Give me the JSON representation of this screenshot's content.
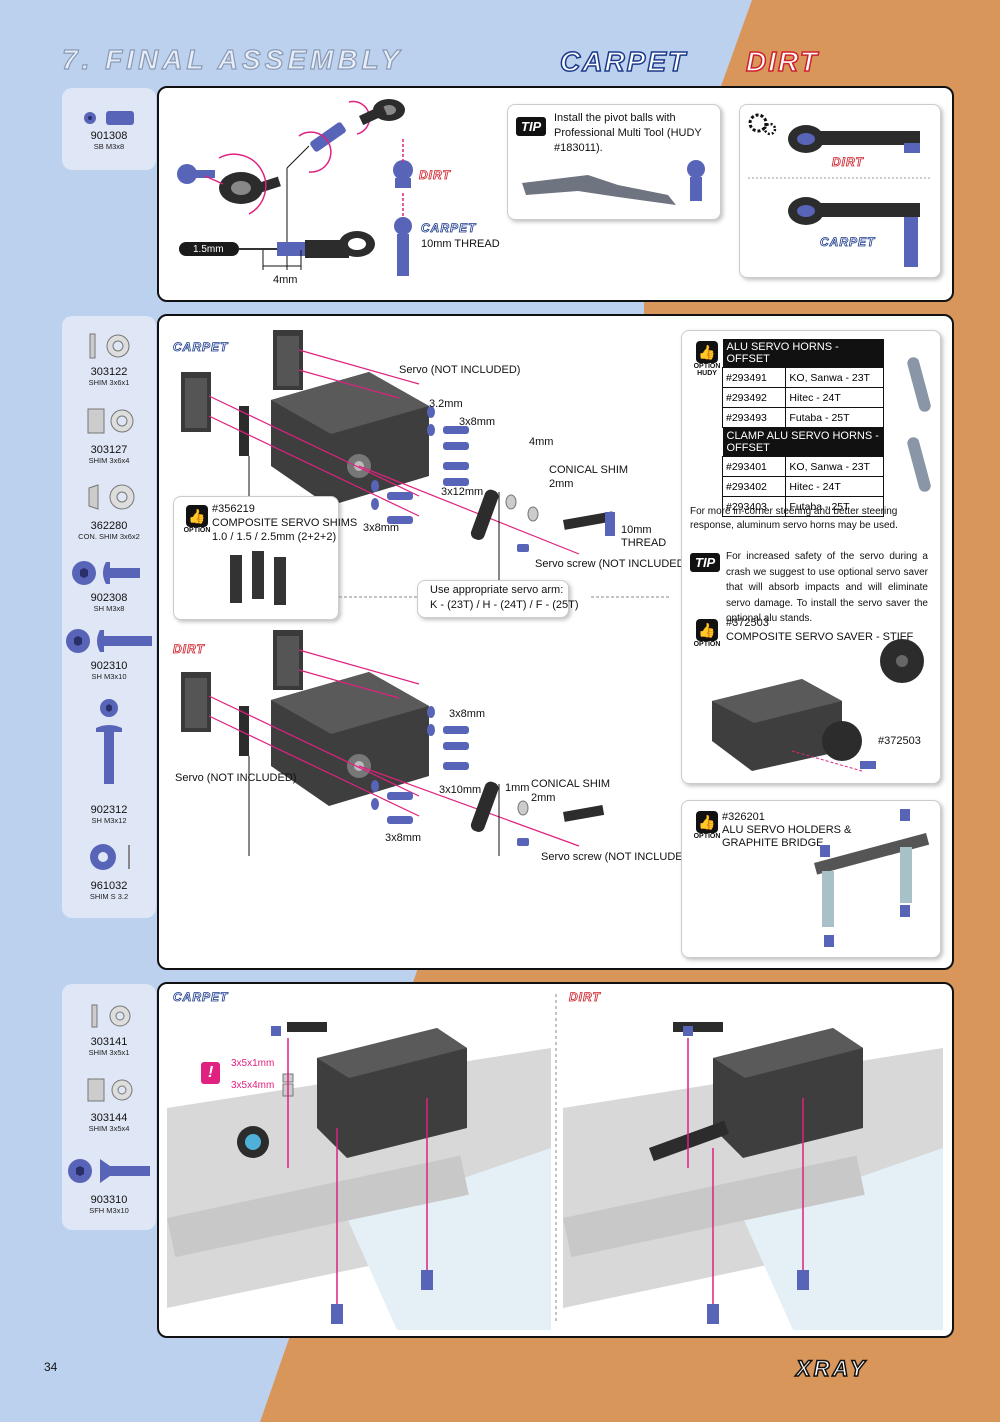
{
  "header": {
    "title": "7. FINAL ASSEMBLY",
    "carpet": "CARPET",
    "dirt": "DIRT"
  },
  "colors": {
    "bg_blue": "#bcd1ee",
    "bg_orange": "#d8965a",
    "accent_magenta": "#e0217f",
    "part_blue": "#5864b8"
  },
  "section1": {
    "parts": [
      {
        "code": "901308",
        "desc": "SB M3x8"
      }
    ],
    "labels": {
      "tool_size": "1.5mm",
      "dim": "4mm",
      "dirt_tag": "DIRT",
      "carpet_tag": "CARPET",
      "thread": "10mm THREAD"
    },
    "tip": {
      "badge": "TIP",
      "text": "Install the pivot balls with Professional Multi Tool (HUDY #183011)."
    },
    "compare": {
      "dirt": "DIRT",
      "carpet": "CARPET"
    }
  },
  "section2": {
    "parts": [
      {
        "code": "303122",
        "desc": "SHIM 3x6x1"
      },
      {
        "code": "303127",
        "desc": "SHIM 3x6x4"
      },
      {
        "code": "362280",
        "desc": "CON. SHIM 3x6x2"
      },
      {
        "code": "902308",
        "desc": "SH M3x8"
      },
      {
        "code": "902310",
        "desc": "SH M3x10"
      },
      {
        "code": "902312",
        "desc": "SH M3x12"
      },
      {
        "code": "961032",
        "desc": "SHIM S 3.2"
      }
    ],
    "carpet_tag": "CARPET",
    "dirt_tag": "DIRT",
    "carpet_labels": {
      "servo": "Servo (NOT INCLUDED)",
      "s32": "3.2mm",
      "s3x8a": "3x8mm",
      "s4mm": "4mm",
      "conical": "CONICAL SHIM",
      "conical2": "2mm",
      "s3x12": "3x12mm",
      "s3x8b": "3x8mm",
      "thread1": "10mm",
      "thread2": "THREAD",
      "screw": "Servo screw (NOT INCLUDED)"
    },
    "shims_option": {
      "code": "#356219",
      "name": "COMPOSITE SERVO SHIMS",
      "sizes": "1.0 / 1.5 / 2.5mm (2+2+2)"
    },
    "servo_arm_note": {
      "line1": "Use appropriate servo arm:",
      "line2": "K - (23T) / H - (24T) / F - (25T)"
    },
    "dirt_labels": {
      "servo": "Servo (NOT INCLUDED)",
      "s3x8a": "3x8mm",
      "s3x10": "3x10mm",
      "s1mm": "1mm",
      "conical": "CONICAL SHIM",
      "conical2": "2mm",
      "s3x8b": "3x8mm",
      "screw": "Servo screw (NOT INCLUDED)"
    },
    "option_label": "OPTION",
    "hudy_label": "HUDY",
    "horns": {
      "header1": "ALU SERVO HORNS - OFFSET",
      "rows1": [
        {
          "code": "#293491",
          "desc": "KO, Sanwa - 23T"
        },
        {
          "code": "#293492",
          "desc": "Hitec - 24T"
        },
        {
          "code": "#293493",
          "desc": "Futaba - 25T"
        }
      ],
      "header2": "CLAMP ALU SERVO HORNS - OFFSET",
      "rows2": [
        {
          "code": "#293401",
          "desc": "KO, Sanwa - 23T"
        },
        {
          "code": "#293402",
          "desc": "Hitec - 24T"
        },
        {
          "code": "#293403",
          "desc": "Futaba - 25T"
        }
      ],
      "note": "For more in-corner steering and better steering response, aluminum servo horns may be used."
    },
    "tip2": {
      "badge": "TIP",
      "text": "For increased safety of the servo during a crash we suggest to use optional servo saver that will absorb impacts and will eliminate servo damage. To install the servo saver the optional alu stands."
    },
    "saver": {
      "code": "#372503",
      "name": "COMPOSITE SERVO SAVER - STIFF",
      "callout": "#372503"
    },
    "holders": {
      "code": "#326201",
      "name1": "ALU SERVO HOLDERS &",
      "name2": "GRAPHITE BRIDGE"
    }
  },
  "section3": {
    "parts": [
      {
        "code": "303141",
        "desc": "SHIM 3x5x1"
      },
      {
        "code": "303144",
        "desc": "SHIM 3x5x4"
      },
      {
        "code": "903310",
        "desc": "SFH M3x10"
      }
    ],
    "carpet_tag": "CARPET",
    "dirt_tag": "DIRT",
    "warn": "!",
    "shim1": "3x5x1mm",
    "shim2": "3x5x4mm"
  },
  "footer": {
    "page": "34",
    "logo": "XRAY"
  }
}
